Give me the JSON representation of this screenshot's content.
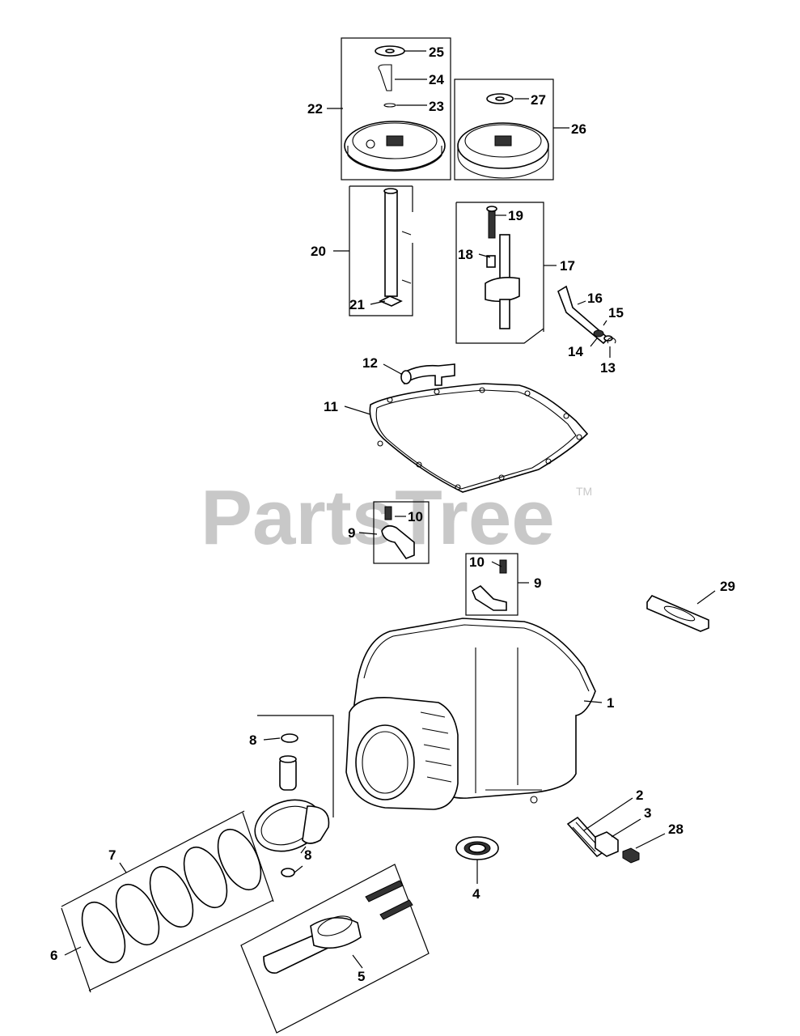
{
  "watermark": {
    "brand": "PartsTree",
    "tm": "TM",
    "color": "#c8c8c8"
  },
  "callouts": {
    "c1": "1",
    "c2": "2",
    "c3": "3",
    "c4": "4",
    "c5": "5",
    "c6": "6",
    "c7": "7",
    "c8a": "8",
    "c8b": "8",
    "c9a": "9",
    "c9b": "9",
    "c10a": "10",
    "c10b": "10",
    "c11": "11",
    "c12": "12",
    "c13": "13",
    "c14": "14",
    "c15": "15",
    "c16": "16",
    "c17": "17",
    "c18": "18",
    "c19": "19",
    "c20": "20",
    "c21": "21",
    "c22": "22",
    "c23": "23",
    "c24": "24",
    "c25": "25",
    "c26": "26",
    "c27": "27",
    "c28": "28",
    "c29": "29"
  }
}
